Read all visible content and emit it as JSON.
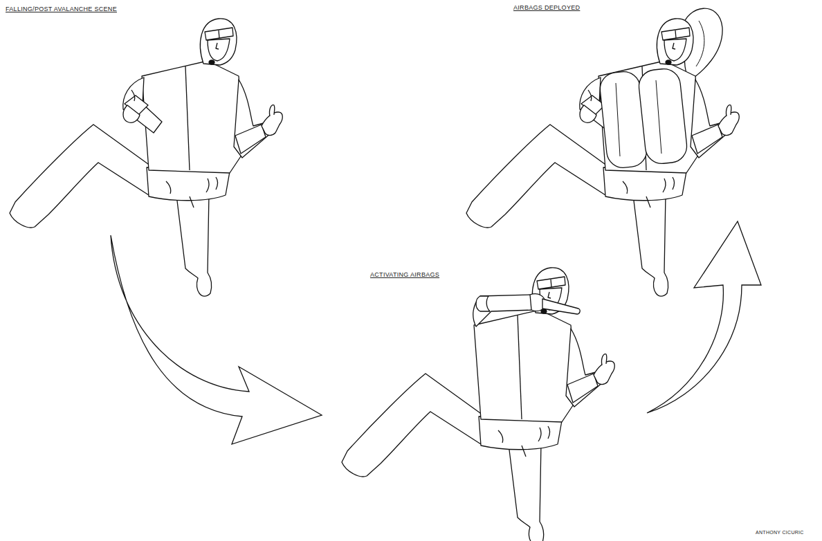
{
  "diagram": {
    "labels": [
      "FALLING/POST AVALANCHE SCENE",
      "AIRBAGS DEPLOYED",
      "ACTIVATING AIRBAGS",
      "ANTHONY CICURIC"
    ]
  }
}
